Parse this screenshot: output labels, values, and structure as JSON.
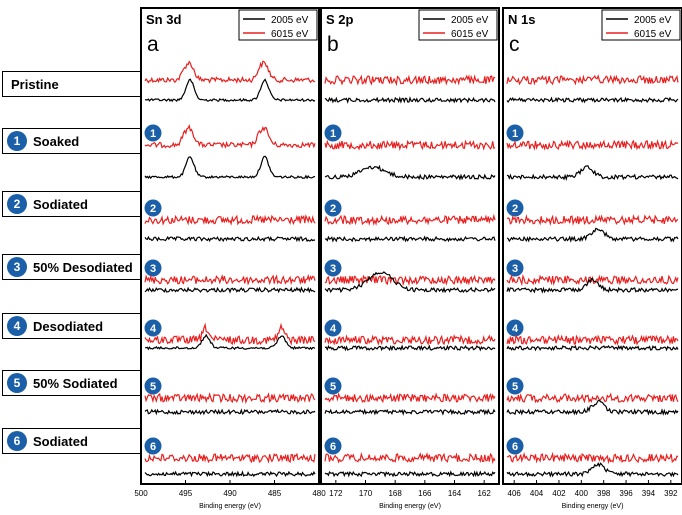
{
  "labels": [
    {
      "num": "",
      "text": "Pristine"
    },
    {
      "num": "1",
      "text": "Soaked"
    },
    {
      "num": "2",
      "text": "Sodiated"
    },
    {
      "num": "3",
      "text": "50% Desodiated"
    },
    {
      "num": "4",
      "text": "Desodiated"
    },
    {
      "num": "5",
      "text": "50% Sodiated"
    },
    {
      "num": "6",
      "text": "Sodiated"
    }
  ],
  "colors": {
    "series_2005": "#000000",
    "series_6015": "#e8201f",
    "badge": "#1a5fa8"
  },
  "chart_data": [
    {
      "type": "line",
      "panel_title": "Sn 3d",
      "panel_letter": "a",
      "xlabel": "Binding energy (eV)",
      "xlim": [
        500,
        480
      ],
      "x_ticks": [
        500,
        495,
        490,
        485,
        480
      ],
      "legend": [
        "2005 eV",
        "6015 eV"
      ],
      "legend_position": "top-right",
      "grid": false,
      "peaks": [
        {
          "sample": "Pristine",
          "positions_eV": [
            494.5,
            486.1
          ]
        },
        {
          "sample": "Soaked",
          "positions_eV": [
            494.5,
            486.1
          ]
        },
        {
          "sample": "Desodiated",
          "positions_eV": [
            492.7,
            484.2
          ]
        }
      ]
    },
    {
      "type": "line",
      "panel_title": "S 2p",
      "panel_letter": "b",
      "xlabel": "Binding energy (eV)",
      "xlim": [
        173,
        161
      ],
      "x_ticks": [
        172,
        170,
        168,
        166,
        164,
        162
      ],
      "legend": [
        "2005 eV",
        "6015 eV"
      ],
      "legend_position": "top-right",
      "grid": false,
      "peaks": [
        {
          "sample": "Soaked",
          "positions_eV": [
            169.5
          ]
        },
        {
          "sample": "50% Desodiated",
          "positions_eV": [
            169
          ]
        }
      ]
    },
    {
      "type": "line",
      "panel_title": "N 1s",
      "panel_letter": "c",
      "xlabel": "Binding energy (eV)",
      "xlim": [
        407,
        391
      ],
      "x_ticks": [
        406,
        404,
        402,
        400,
        398,
        396,
        394,
        392
      ],
      "legend": [
        "2005 eV",
        "6015 eV"
      ],
      "legend_position": "top-right",
      "grid": false,
      "peaks": [
        {
          "sample": "Soaked",
          "positions_eV": [
            399.5
          ]
        },
        {
          "sample": "Sodiated",
          "positions_eV": [
            398.5
          ]
        },
        {
          "sample": "50% Desodiated",
          "positions_eV": [
            399
          ]
        },
        {
          "sample": "50% Sodiated",
          "positions_eV": [
            398.5
          ]
        }
      ]
    }
  ]
}
